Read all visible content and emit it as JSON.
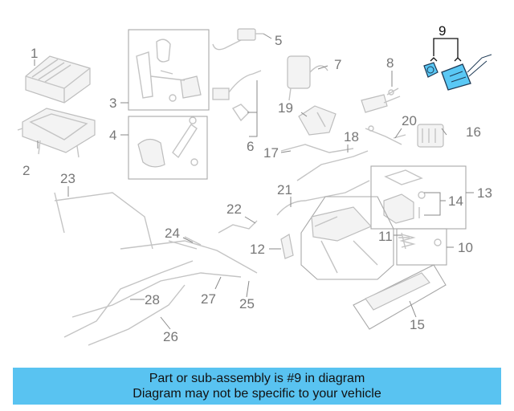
{
  "diagram": {
    "callouts": [
      "1",
      "2",
      "3",
      "4",
      "5",
      "6",
      "7",
      "8",
      "9",
      "10",
      "11",
      "12",
      "13",
      "14",
      "15",
      "16",
      "17",
      "18",
      "19",
      "20",
      "21",
      "22",
      "23",
      "24",
      "25",
      "26",
      "27",
      "28"
    ],
    "highlighted_part": "9",
    "colors": {
      "highlight": "#5ac8f5",
      "banner": "#59c3f1",
      "line_art": "#c4c4c4"
    }
  },
  "banner": {
    "line1": "Part or sub-assembly is #9 in diagram",
    "line2": "Diagram may not be specific to your vehicle"
  }
}
